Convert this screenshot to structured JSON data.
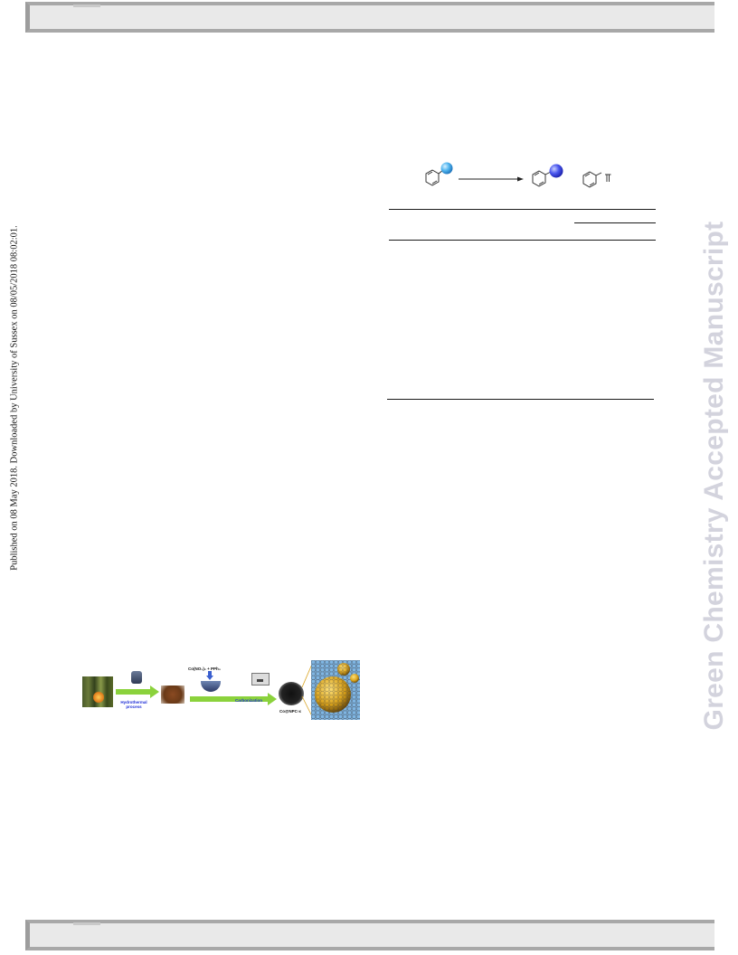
{
  "publication_notice": "Published on 08 May 2018. Downloaded by University of Sussex on 08/05/2018 08:02:01.",
  "watermark": "Green Chemistry Accepted Manuscript",
  "graphical_abstract": {
    "hydrothermal_label": "Hydrothermal process",
    "reagents_label": "Co(NO₃)₂ + PPh₃",
    "carbonization_label": "Carbonization",
    "product_label": "Co@NPC-x"
  },
  "colors": {
    "header_bar": "#e9e9e9",
    "watermark": "#d3d3dd",
    "arrow_green": "#8bd23c",
    "label_blue": "#1f2fd6",
    "sphere_gold": "#d9a21b"
  }
}
